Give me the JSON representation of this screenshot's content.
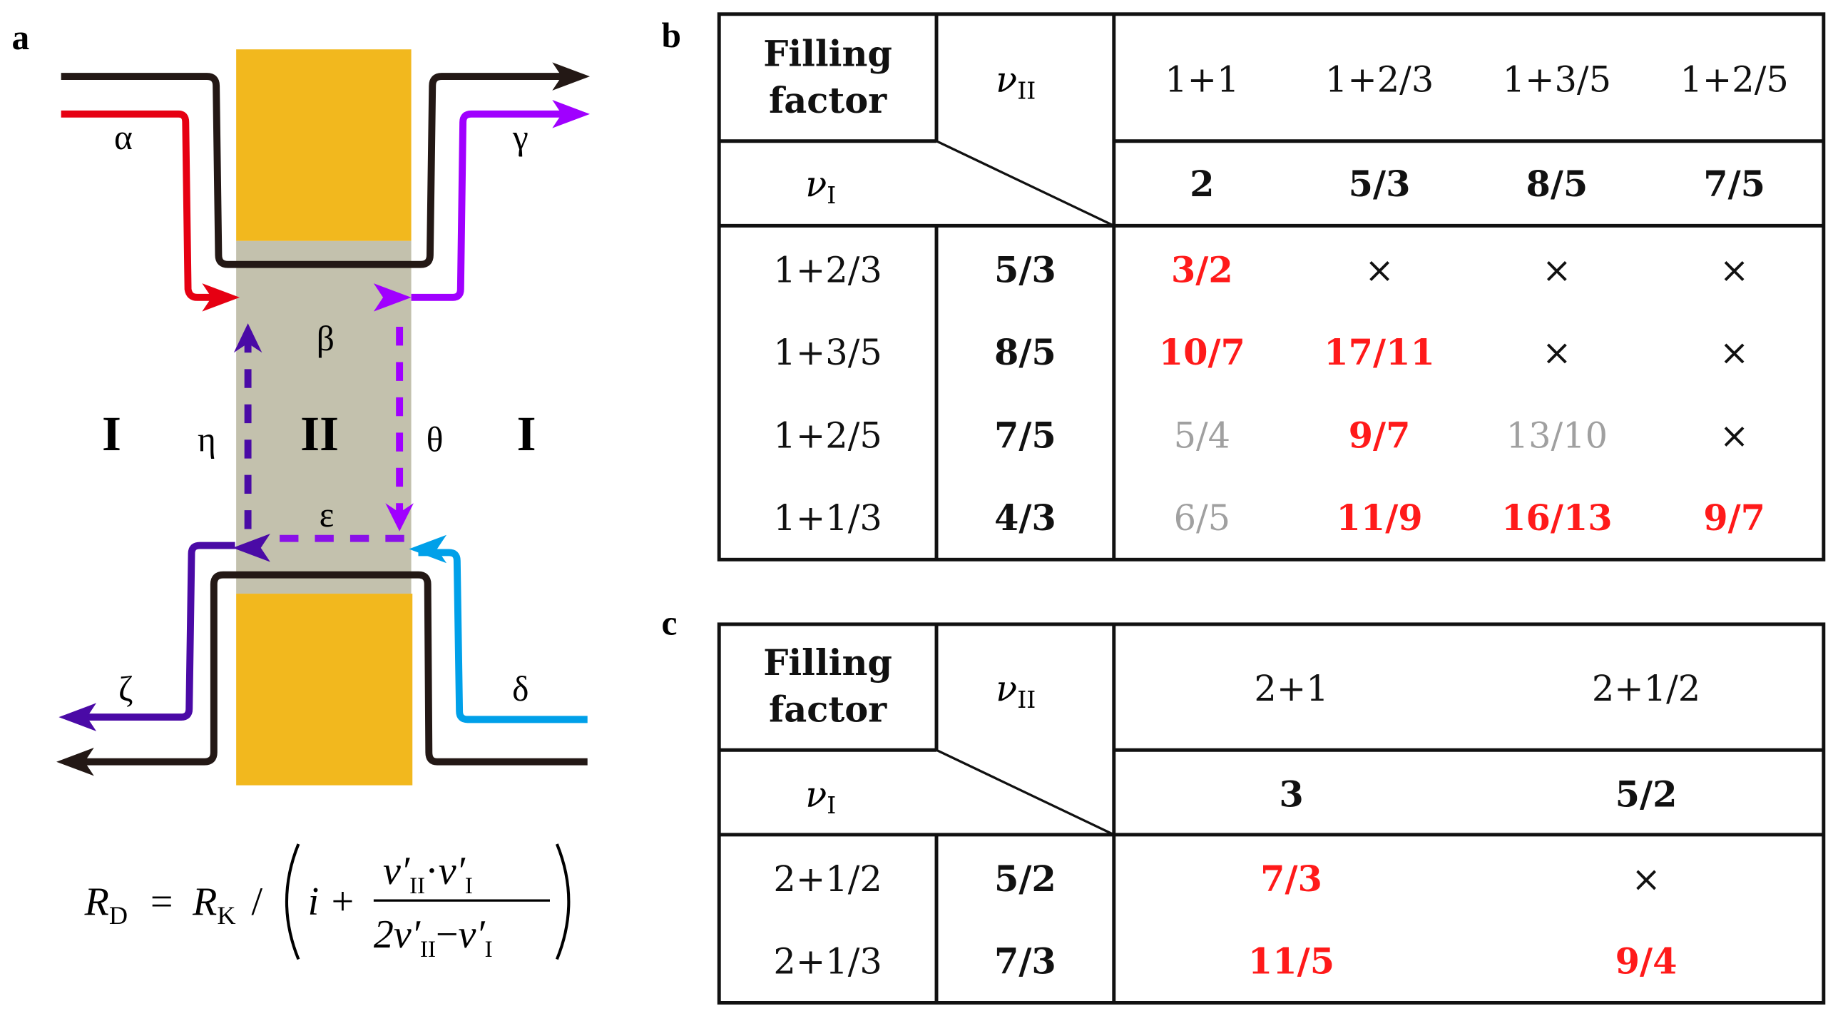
{
  "panel_labels": {
    "a": "a",
    "b": "b",
    "c": "c"
  },
  "diagram": {
    "region_left": "I",
    "region_center": "II",
    "region_right": "I",
    "edges": {
      "alpha": "α",
      "beta": "β",
      "gamma": "γ",
      "delta": "δ",
      "epsilon": "ε",
      "zeta": "ζ",
      "eta": "η",
      "theta": "θ"
    },
    "colors": {
      "contact": "#f2b81e",
      "bulk": "#c3c1ad",
      "black": "#231815",
      "red": "#e60012",
      "purple": "#a000ff",
      "indigo": "#4a0aa6",
      "blue": "#00a0e9"
    }
  },
  "formula": {
    "lhs": "R",
    "lhs_sub": "D",
    "eq": "=",
    "rk": "R",
    "rk_sub": "K",
    "slash": "/",
    "i": "i",
    "plus": "+",
    "num": "ν′",
    "num_sub1": "II",
    "dot": "·",
    "num2": "ν′",
    "num_sub2": "I",
    "den_coef": "2ν′",
    "den_sub1": "II",
    "minus": "−",
    "den2": "ν′",
    "den_sub2": "I"
  },
  "table_b": {
    "corner_top": [
      "Filling",
      "factor"
    ],
    "nu_II": "ν",
    "nu_II_sub": "II",
    "nu_I": "ν",
    "nu_I_sub": "I",
    "col_headers": [
      "1+1",
      "1+2/3",
      "1+3/5",
      "1+2/5"
    ],
    "col_totals": [
      "2",
      "5/3",
      "8/5",
      "7/5"
    ],
    "rows": [
      {
        "label": "1+2/3",
        "total": "5/3",
        "cells": [
          {
            "v": "3/2",
            "c": "red"
          },
          {
            "v": "×",
            "c": "black"
          },
          {
            "v": "×",
            "c": "black"
          },
          {
            "v": "×",
            "c": "black"
          }
        ]
      },
      {
        "label": "1+3/5",
        "total": "8/5",
        "cells": [
          {
            "v": "10/7",
            "c": "red"
          },
          {
            "v": "17/11",
            "c": "red"
          },
          {
            "v": "×",
            "c": "black"
          },
          {
            "v": "×",
            "c": "black"
          }
        ]
      },
      {
        "label": "1+2/5",
        "total": "7/5",
        "cells": [
          {
            "v": "5/4",
            "c": "gray"
          },
          {
            "v": "9/7",
            "c": "red"
          },
          {
            "v": "13/10",
            "c": "gray"
          },
          {
            "v": "×",
            "c": "black"
          }
        ]
      },
      {
        "label": "1+1/3",
        "total": "4/3",
        "cells": [
          {
            "v": "6/5",
            "c": "gray"
          },
          {
            "v": "11/9",
            "c": "red"
          },
          {
            "v": "16/13",
            "c": "red"
          },
          {
            "v": "9/7",
            "c": "red"
          }
        ]
      }
    ]
  },
  "table_c": {
    "corner_top": [
      "Filling",
      "factor"
    ],
    "nu_II": "ν",
    "nu_II_sub": "II",
    "nu_I": "ν",
    "nu_I_sub": "I",
    "col_headers": [
      "2+1",
      "2+1/2"
    ],
    "col_totals": [
      "3",
      "5/2"
    ],
    "rows": [
      {
        "label": "2+1/2",
        "total": "5/2",
        "cells": [
          {
            "v": "7/3",
            "c": "red"
          },
          {
            "v": "×",
            "c": "black"
          }
        ]
      },
      {
        "label": "2+1/3",
        "total": "7/3",
        "cells": [
          {
            "v": "11/5",
            "c": "red"
          },
          {
            "v": "9/4",
            "c": "red"
          }
        ]
      }
    ]
  },
  "text_colors": {
    "red": "#ff1a1a",
    "gray": "#a0a0a0",
    "black": "#111111"
  }
}
